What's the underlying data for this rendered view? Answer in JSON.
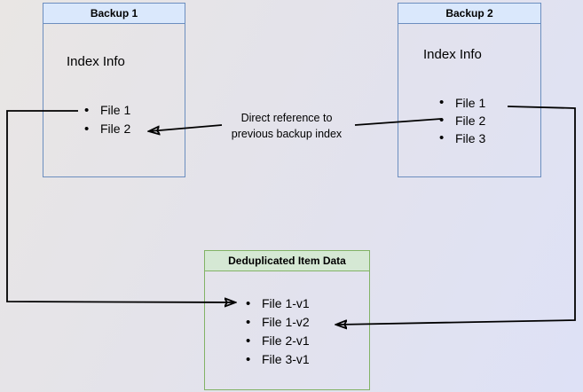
{
  "diagram": {
    "backup1": {
      "title": "Backup 1",
      "section_label": "Index Info",
      "items": [
        "File 1",
        "File 2"
      ]
    },
    "backup2": {
      "title": "Backup 2",
      "section_label": "Index Info",
      "items": [
        "File 1",
        "File 2",
        "File 3"
      ]
    },
    "dedup": {
      "title": "Deduplicated Item Data",
      "items": [
        "File 1-v1",
        "File 1-v2",
        "File 2-v1",
        "File 3-v1"
      ]
    },
    "edges": {
      "direct_reference": {
        "label_line1": "Direct reference to",
        "label_line2": "previous backup index",
        "from": "Backup 2 item File 2",
        "to": "Backup 1 item File 2"
      },
      "backup1_file1_to_dedup": {
        "from": "Backup 1 item File 1",
        "to": "Deduplicated item File 1-v1"
      },
      "backup2_file1_to_dedup": {
        "from": "Backup 2 item File 1",
        "to": "Deduplicated item File 1-v2"
      }
    }
  },
  "colors": {
    "blue_fill": "#dae8fc",
    "blue_border": "#6c8ebf",
    "green_fill": "#d5e8d4",
    "green_border": "#82b366",
    "arrow": "#000000",
    "background_top_left": "#e9e6e4",
    "background_bottom_right": "#dee1f6"
  }
}
